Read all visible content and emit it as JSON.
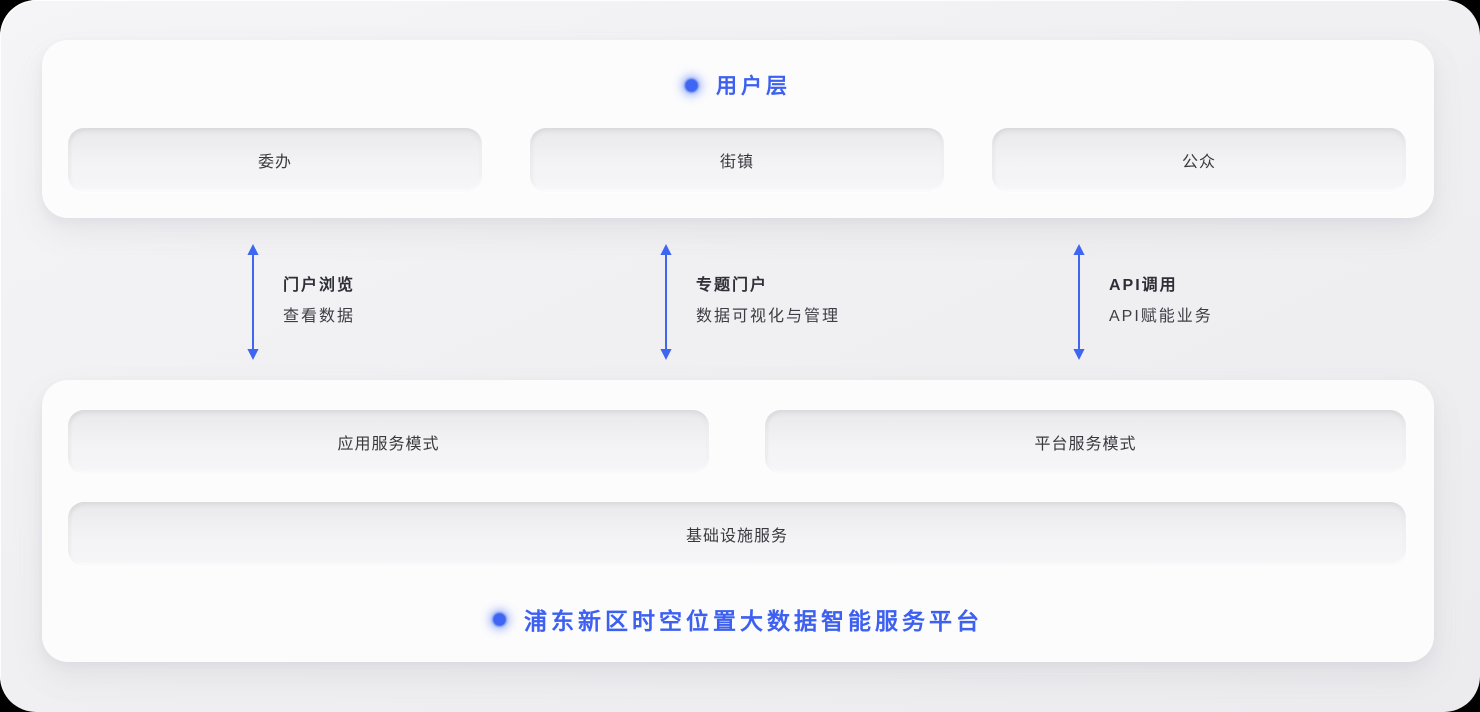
{
  "accent_blue": "#3d60f0",
  "user_layer": {
    "title": "用户层",
    "boxes": [
      "委办",
      "街镇",
      "公众"
    ]
  },
  "connections": [
    {
      "title": "门户浏览",
      "desc": "查看数据"
    },
    {
      "title": "专题门户",
      "desc": "数据可视化与管理"
    },
    {
      "title": "API调用",
      "desc": "API赋能业务"
    }
  ],
  "platform_layer": {
    "title": "浦东新区时空位置大数据智能服务平台",
    "service_boxes": [
      "应用服务模式",
      "平台服务模式"
    ],
    "infra_box": "基础设施服务"
  }
}
